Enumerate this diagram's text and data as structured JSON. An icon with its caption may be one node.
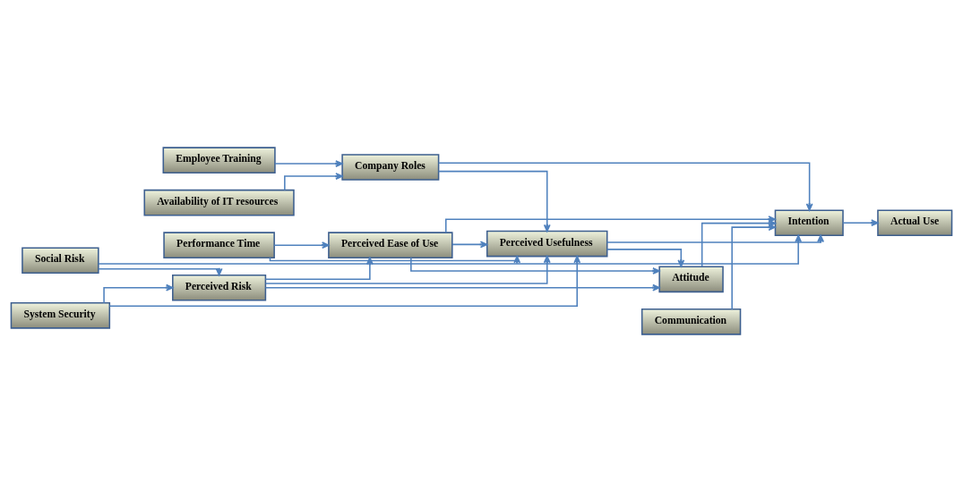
{
  "diagram": {
    "nodes": [
      {
        "text": [
          "Social Risk"
        ]
      },
      {
        "text": [
          "System Security"
        ]
      },
      {
        "text": [
          "Performance Time"
        ]
      },
      {
        "text": [
          "Employee Training"
        ]
      },
      {
        "text": [
          "Availability of IT resources"
        ]
      },
      {
        "text": [
          "Company Roles"
        ]
      },
      {
        "text": [
          "Perceived Risk"
        ]
      },
      {
        "text": [
          "Perceived Ease of Use"
        ]
      },
      {
        "text": [
          "Perceived Usefulness"
        ]
      },
      {
        "text": [
          "Attitude"
        ]
      },
      {
        "text": [
          "Communication"
        ]
      },
      {
        "text": [
          "Intention"
        ]
      },
      {
        "text": [
          "Actual Use"
        ]
      }
    ],
    "edges": [
      {
        "from": 0,
        "to": 6,
        "arrow": "to"
      },
      {
        "from": 0,
        "to": 11,
        "arrow": "to"
      },
      {
        "from": 1,
        "to": 6,
        "arrow": "to"
      },
      {
        "from": 1,
        "to": 8,
        "arrow": "to"
      },
      {
        "from": 2,
        "to": 7,
        "arrow": "to"
      },
      {
        "from": 2,
        "to": 8,
        "arrow": "to"
      },
      {
        "from": 3,
        "to": 5,
        "arrow": "to"
      },
      {
        "from": 4,
        "to": 5,
        "arrow": "to"
      },
      {
        "from": 5,
        "to": 8,
        "arrow": "to"
      },
      {
        "from": 5,
        "to": 11,
        "arrow": "to"
      },
      {
        "from": 6,
        "to": 9,
        "arrow": "to"
      },
      {
        "from": 6,
        "to": 7,
        "arrow": "to"
      },
      {
        "from": 6,
        "to": 8,
        "arrow": "to"
      },
      {
        "from": 7,
        "to": 9,
        "arrow": "to"
      },
      {
        "from": 7,
        "to": 8,
        "arrow": "to"
      },
      {
        "from": 7,
        "to": 11,
        "arrow": "to"
      },
      {
        "from": 8,
        "to": 9,
        "arrow": "to"
      },
      {
        "from": 8,
        "to": 11,
        "arrow": "to"
      },
      {
        "from": 9,
        "to": 11,
        "arrow": "to"
      },
      {
        "from": 10,
        "to": 11,
        "arrow": "to"
      },
      {
        "from": 11,
        "to": 12,
        "arrow": "to"
      }
    ]
  }
}
